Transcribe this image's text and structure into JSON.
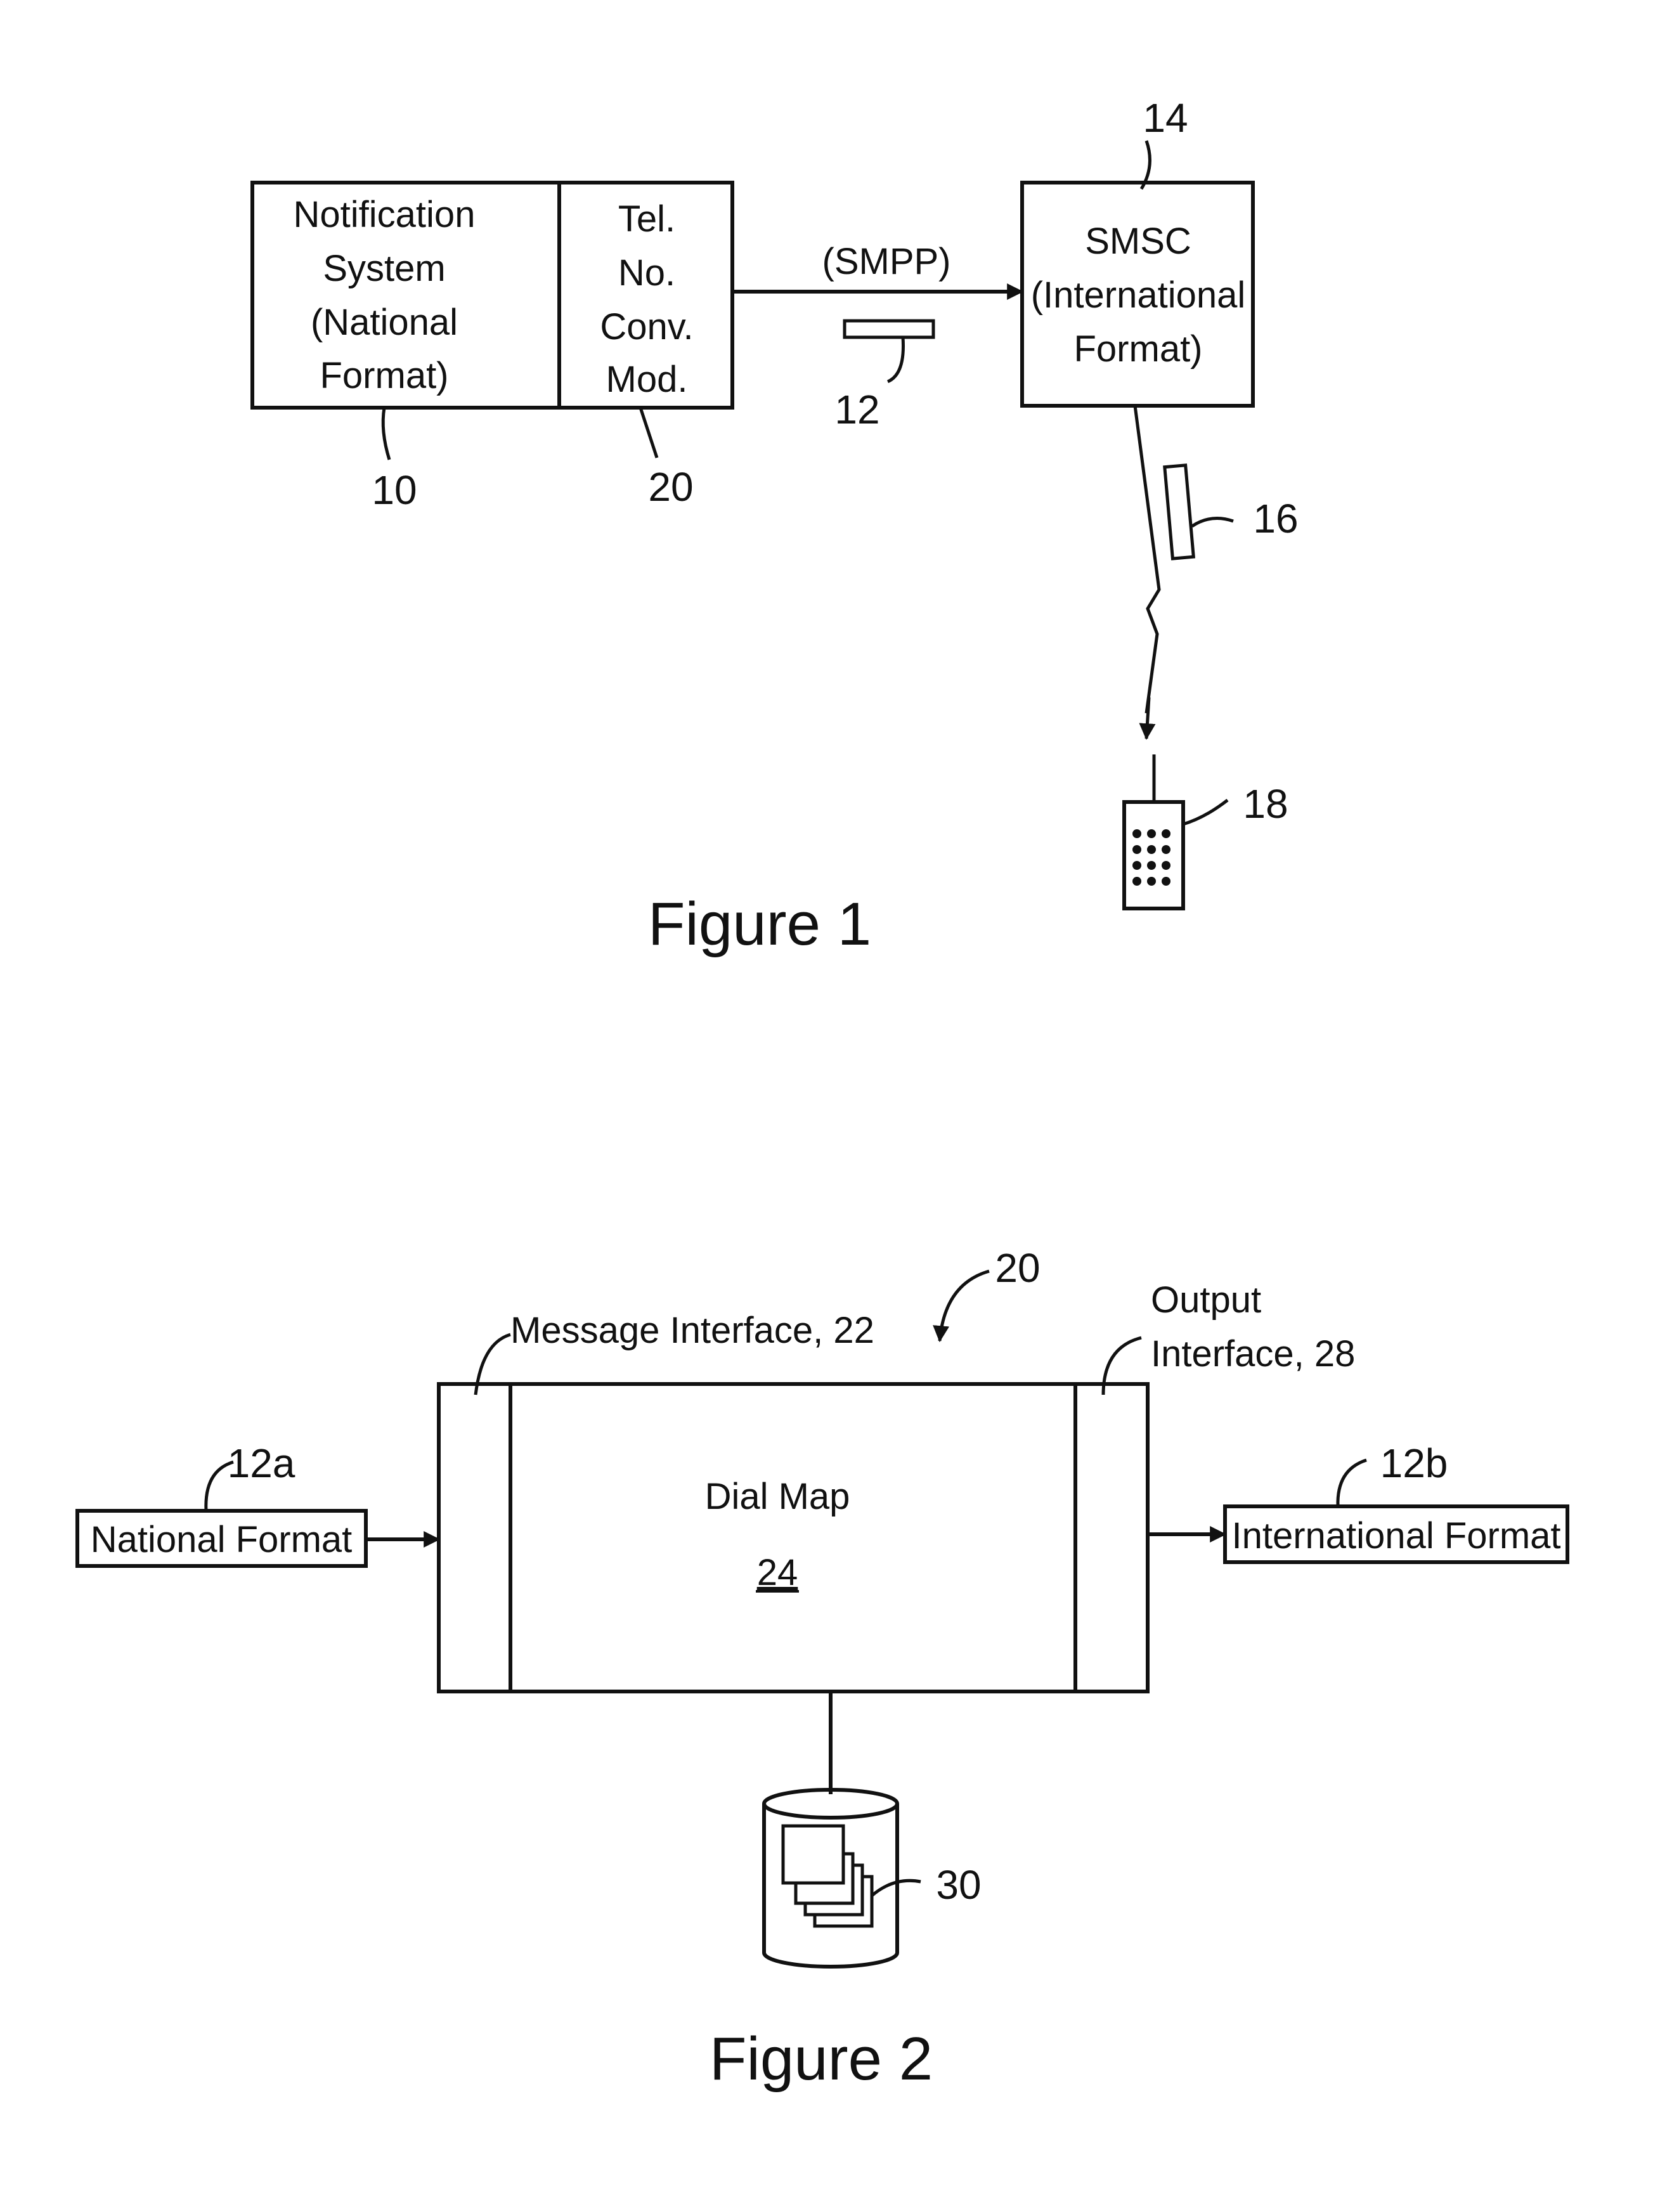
{
  "figure1": {
    "caption": "Figure 1",
    "notification_system": {
      "lines": [
        "Notification",
        "System",
        "(National",
        "Format)"
      ],
      "ref": "10"
    },
    "conversion_module": {
      "lines": [
        "Tel.",
        "No.",
        "Conv.",
        "Mod."
      ],
      "ref": "20"
    },
    "protocol_label": "(SMPP)",
    "message_ref": "12",
    "smsc": {
      "lines": [
        "SMSC",
        "(International",
        "Format)"
      ],
      "ref": "14"
    },
    "wireless_message_ref": "16",
    "handset_ref": "18"
  },
  "figure2": {
    "caption": "Figure 2",
    "module_ref": "20",
    "message_interface_label": "Message Interface, 22",
    "output_interface_lines": [
      "Output",
      "Interface, 28"
    ],
    "dial_map_label": "Dial Map",
    "dial_map_ref": "24",
    "input_box": {
      "label": "National Format",
      "ref": "12a"
    },
    "output_box": {
      "label": "International Format",
      "ref": "12b"
    },
    "database_ref": "30"
  }
}
